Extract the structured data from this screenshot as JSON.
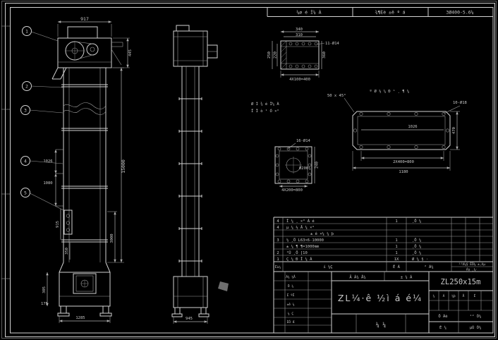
{
  "colors": {
    "background": "#000000",
    "line": "#d2d2d2",
    "dim_line": "#b0b0b0",
    "text": "#c9c9c9"
  },
  "top_bar": {
    "cell1": "¼ø é Î¼ À",
    "cell2": "¾¶Èè ±ê ª á",
    "cell3": "3Ø400-5.6¼"
  },
  "front_view": {
    "balloon_1": "1",
    "balloon_2": "2",
    "balloon_3": "3",
    "balloon_4": "4",
    "balloon_5": "5",
    "dim_head_width": "917",
    "dim_head_height": "445",
    "dim_section_a": "1026",
    "dim_section_b": "1080",
    "dim_total_height": "15000",
    "dim_lower_section": "3000",
    "dim_door": "915",
    "dim_350": "350",
    "dim_305": "305",
    "dim_175": "175",
    "dim_base_width": "1285"
  },
  "side_view": {
    "dim_base_width": "945"
  },
  "detail_channel": {
    "dim_outer_width": "340",
    "dim_inner_width": "310",
    "dim_outer_height": "250",
    "dim_inner_height": "220",
    "dim_right": "360",
    "holes_label": "11-Ø14",
    "dim_hole_spacing": "4X100=400"
  },
  "detail_plate": {
    "caption": "º Ø ½ ¼ Ð ¹ ¸ ¶ ¼",
    "chamfer_label": "50 x 45°",
    "holes_label": "10-Ø18",
    "dim_inner_width": "1026",
    "dim_height": "470",
    "dim_hole_spacing": "2X400=800",
    "dim_width": "1180"
  },
  "detail_flange": {
    "caption_line1": "Ø Ì ¾ é Î¼ À",
    "caption_line2": "Ï Î ò ¹ Ó ×°",
    "holes_label": "16-Ø14",
    "dim_center_circle": "Ø200¼",
    "dim_height": "240",
    "dim_hole_spacing": "4X200=800"
  },
  "bom": {
    "rows": [
      {
        "no": "4",
        "desc": "Î ¼ ¸ ×° Á é",
        "qty": "1",
        "mat": "¸Ö ¼"
      },
      {
        "no": "4",
        "desc": "µ ¼ ½ Å ¼ ×°",
        "qty": "",
        "mat": ""
      },
      {
        "no": "",
        "desc": "± ê   ×¼   ¼ þ",
        "qty": "",
        "mat": ""
      },
      {
        "no": "3",
        "desc": "½ ¸Ö  L63×6-10000",
        "qty": "1",
        "mat": "¸Ö ¼"
      },
      {
        "no": "",
        "desc": "± ¼ ¶  ¶=1000mm",
        "qty": "1",
        "mat": "¸Ö ¼"
      },
      {
        "no": "2",
        "desc": "²Û ¸Ö  [10",
        "qty": "1",
        "mat": "¸Ö ¼"
      },
      {
        "no": "1",
        "desc": "Ç ¼ Ð Î ¼ Á",
        "qty": "1X",
        "mat": "Ø ¼ § ·"
      }
    ],
    "header": {
      "col_no": "Ëù¼",
      "col_name": "í  ¼Ç",
      "col_qty": "Ê Á",
      "col_mat": "² Á¼",
      "right_top": "¹²X¼§ ÊÕ¼ ±,Xµ",
      "right_bottom": "Áù ¸¼·"
    }
  },
  "title_block": {
    "mid_top_left": "Ä Á¼ Å¼",
    "mid_top_right": "± ¼ Á",
    "model": "ZL250x15m",
    "drawing_title": "ZL¼·ê ½ì á é¼",
    "sheet_label": "¼  ¼",
    "left_rows": [
      "Á¼ ¼Å",
      "Ö ¼",
      "É ºË",
      "±ê ¼",
      "¼ Ç",
      "ÈÕ Æ"
    ],
    "right_cells_row1": [
      "¼",
      "Á",
      "¼þ",
      "Å",
      "Ê"
    ],
    "right_row2_left": "Ö Áè",
    "right_row2_right": "¹² Õ¼",
    "right_row3_left": "É ¼",
    "right_row3_right": "µÚ Õ¼"
  }
}
